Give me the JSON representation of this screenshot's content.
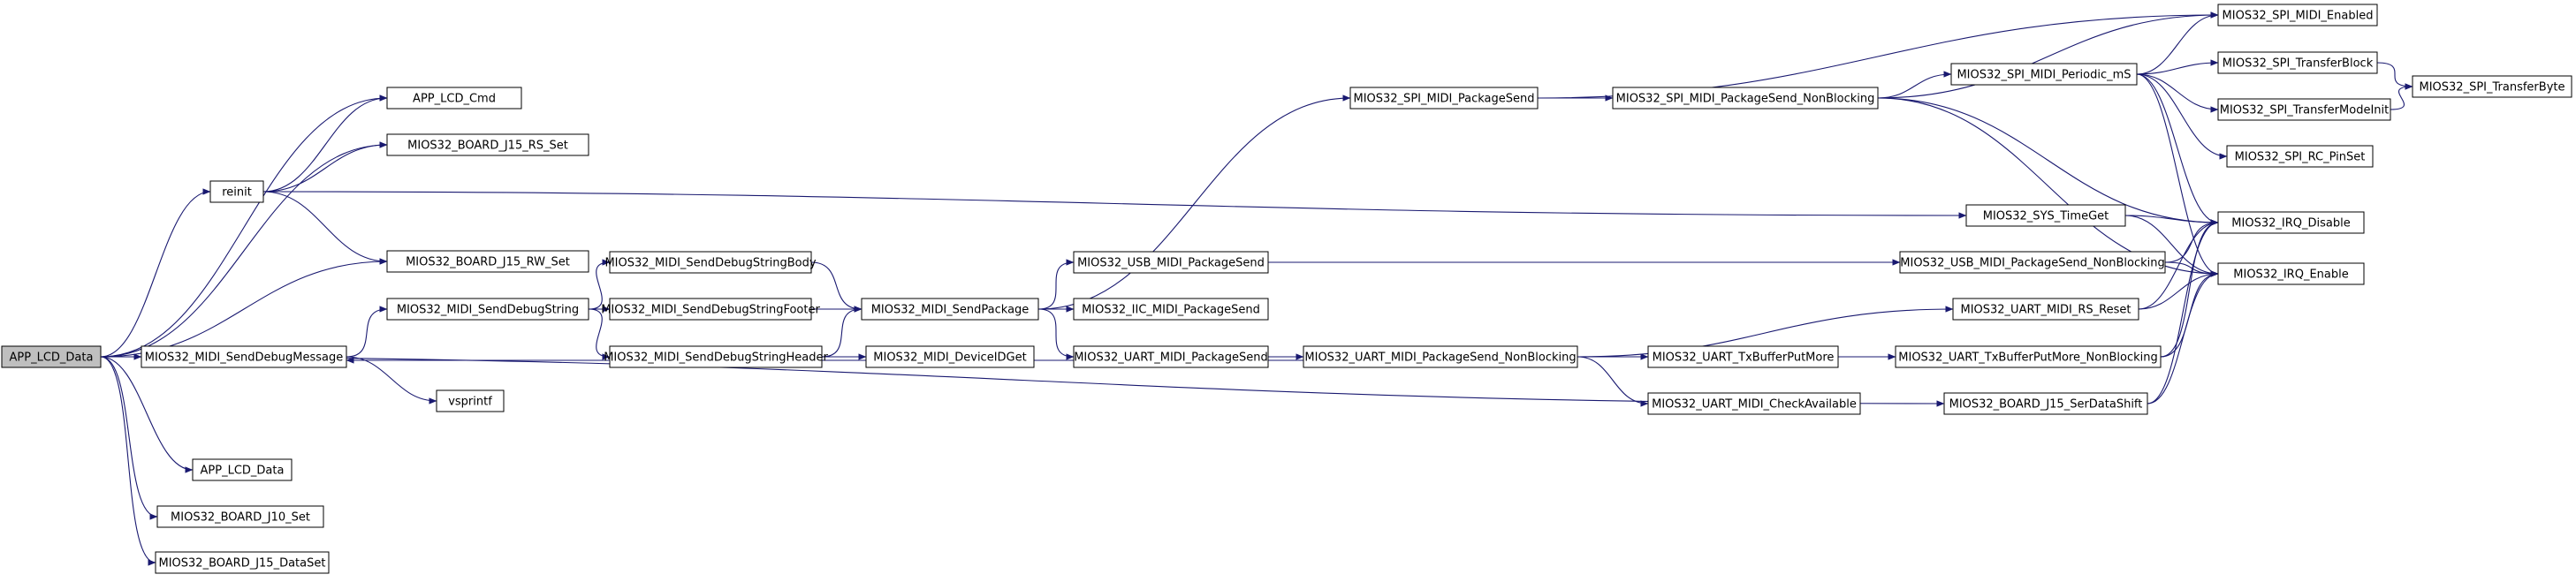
{
  "graph": {
    "nodes": {
      "app_lcd_data_root": {
        "label": "APP_LCD_Data",
        "root": true
      },
      "app_lcd_cmd": {
        "label": "APP_LCD_Cmd"
      },
      "reinit": {
        "label": "reinit"
      },
      "board_j15_rs_set": {
        "label": "MIOS32_BOARD_J15_RS_Set"
      },
      "board_j15_rw_set": {
        "label": "MIOS32_BOARD_J15_RW_Set"
      },
      "midi_senddebugmessage": {
        "label": "MIOS32_MIDI_SendDebugMessage"
      },
      "midi_senddebugstring": {
        "label": "MIOS32_MIDI_SendDebugString"
      },
      "midi_senddebugstringbody": {
        "label": "MIOS32_MIDI_SendDebugStringBody"
      },
      "midi_senddebugstringfooter": {
        "label": "MIOS32_MIDI_SendDebugStringFooter"
      },
      "midi_senddebugstringheader": {
        "label": "MIOS32_MIDI_SendDebugStringHeader"
      },
      "vsprintf": {
        "label": "vsprintf"
      },
      "app_lcd_data": {
        "label": "APP_LCD_Data"
      },
      "board_j10_set": {
        "label": "MIOS32_BOARD_J10_Set"
      },
      "board_j15_dataset": {
        "label": "MIOS32_BOARD_J15_DataSet"
      },
      "midi_sendpackage": {
        "label": "MIOS32_MIDI_SendPackage"
      },
      "midi_deviceidget": {
        "label": "MIOS32_MIDI_DeviceIDGet"
      },
      "spi_midi_packagesend": {
        "label": "MIOS32_SPI_MIDI_PackageSend"
      },
      "usb_midi_packagesend": {
        "label": "MIOS32_USB_MIDI_PackageSend"
      },
      "iic_midi_packagesend": {
        "label": "MIOS32_IIC_MIDI_PackageSend"
      },
      "uart_midi_packagesend": {
        "label": "MIOS32_UART_MIDI_PackageSend"
      },
      "spi_midi_packagesend_nonblocking": {
        "label": "MIOS32_SPI_MIDI_PackageSend_NonBlocking"
      },
      "uart_midi_packagesend_nonblocking": {
        "label": "MIOS32_UART_MIDI_PackageSend_NonBlocking"
      },
      "spi_midi_periodic_ms": {
        "label": "MIOS32_SPI_MIDI_Periodic_mS"
      },
      "sys_timeget": {
        "label": "MIOS32_SYS_TimeGet"
      },
      "usb_midi_packagesend_nonblocking": {
        "label": "MIOS32_USB_MIDI_PackageSend_NonBlocking"
      },
      "uart_midi_rs_reset": {
        "label": "MIOS32_UART_MIDI_RS_Reset"
      },
      "uart_txbufferputmore": {
        "label": "MIOS32_UART_TxBufferPutMore"
      },
      "uart_midi_checkavailable": {
        "label": "MIOS32_UART_MIDI_CheckAvailable"
      },
      "uart_txbufferputmore_nonblocking": {
        "label": "MIOS32_UART_TxBufferPutMore_NonBlocking"
      },
      "board_j15_serdatashift": {
        "label": "MIOS32_BOARD_J15_SerDataShift"
      },
      "spi_midi_enabled": {
        "label": "MIOS32_SPI_MIDI_Enabled"
      },
      "spi_transferblock": {
        "label": "MIOS32_SPI_TransferBlock"
      },
      "spi_transfermodeinit": {
        "label": "MIOS32_SPI_TransferModeInit"
      },
      "spi_rc_pinset": {
        "label": "MIOS32_SPI_RC_PinSet"
      },
      "irq_disable": {
        "label": "MIOS32_IRQ_Disable"
      },
      "irq_enable": {
        "label": "MIOS32_IRQ_Enable"
      },
      "spi_transferbyte": {
        "label": "MIOS32_SPI_TransferByte"
      }
    }
  }
}
